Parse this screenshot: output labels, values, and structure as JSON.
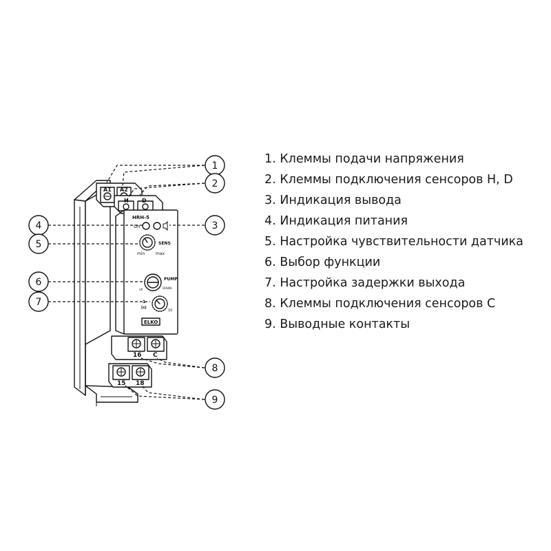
{
  "device": {
    "model": "HRH-5",
    "brand": "ELKO",
    "terminals_top": [
      "A1",
      "A2"
    ],
    "terminals_sensor": [
      "H",
      "D"
    ],
    "indicator_power": "Un",
    "knob_sens_label": "SENS",
    "knob_min": "min",
    "knob_max": "max",
    "function_label": "PUMP",
    "function_up": "UP",
    "function_down": "DOWN",
    "delay_scale_left": "1",
    "delay_scale_right": "10",
    "delay_unit": "[s]",
    "terminals_mid": [
      "16",
      "C"
    ],
    "terminals_bottom": [
      "15",
      "18"
    ]
  },
  "callouts": [
    "1",
    "2",
    "3",
    "4",
    "5",
    "6",
    "7",
    "8",
    "9"
  ],
  "legend": [
    "1. Клеммы подачи напряжения",
    "2. Клеммы подключения сенсоров H, D",
    "3. Индикация вывода",
    "4. Индикация питания",
    "5. Настройка чувствительности датчика",
    "6. Выбор функции",
    "7. Настройка задержки выхода",
    "8. Клеммы подключения сенсоров С",
    "9. Выводные контакты"
  ]
}
